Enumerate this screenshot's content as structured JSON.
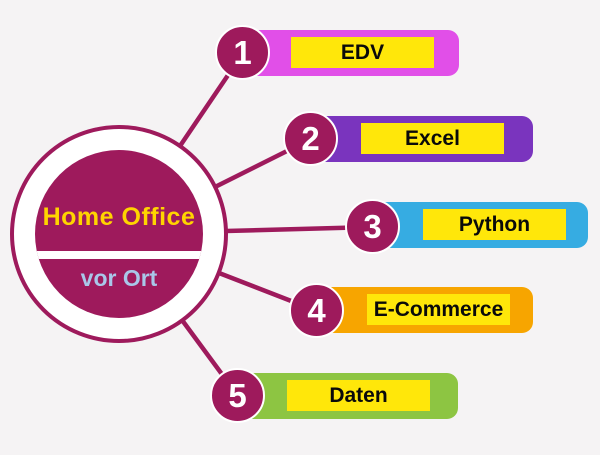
{
  "colors": {
    "background": "#f5f3f4",
    "accent": "#9e1a5c",
    "label_box": "#ffe70a",
    "label_text": "#0a0a0a",
    "center_top_label_color": "#ffd400",
    "center_bottom_label_color": "#a9c7e9"
  },
  "center": {
    "top_label": "Home Office",
    "bottom_label": "vor Ort"
  },
  "items": [
    {
      "number": "1",
      "label": "EDV",
      "bar_color": "#e14fe8"
    },
    {
      "number": "2",
      "label": "Excel",
      "bar_color": "#7a34be"
    },
    {
      "number": "3",
      "label": "Python",
      "bar_color": "#36ace2"
    },
    {
      "number": "4",
      "label": "E-Commerce",
      "bar_color": "#f7a500"
    },
    {
      "number": "5",
      "label": "Daten",
      "bar_color": "#8dc542"
    }
  ]
}
